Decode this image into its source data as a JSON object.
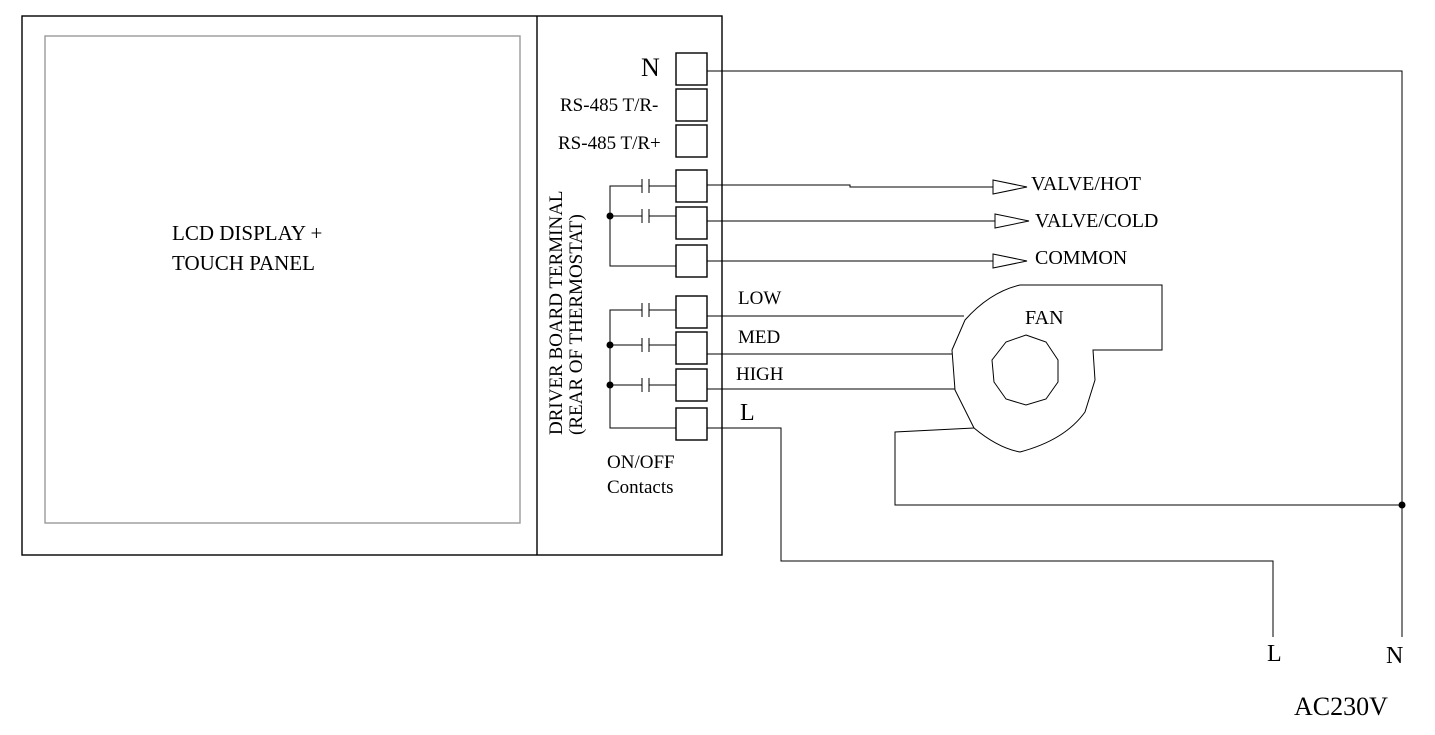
{
  "display_panel": {
    "line1": "LCD DISPLAY +",
    "line2": "TOUCH PANEL"
  },
  "driver_board": {
    "line1": "DRIVER BOARD TERMINAL",
    "line2": "(REAR OF THERMOSTAT)"
  },
  "terminals": {
    "n": "N",
    "rs485_minus": "RS-485  T/R-",
    "rs485_plus": "RS-485  T/R+",
    "l": "L"
  },
  "valves": {
    "hot": "VALVE/HOT",
    "cold": "VALVE/COLD",
    "common": "COMMON"
  },
  "fan": {
    "label": "FAN",
    "low": "LOW",
    "med": "MED",
    "high": "HIGH"
  },
  "contacts": {
    "line1": "ON/OFF",
    "line2": "Contacts"
  },
  "supply": {
    "l": "L",
    "n": "N",
    "voltage": "AC230V"
  }
}
